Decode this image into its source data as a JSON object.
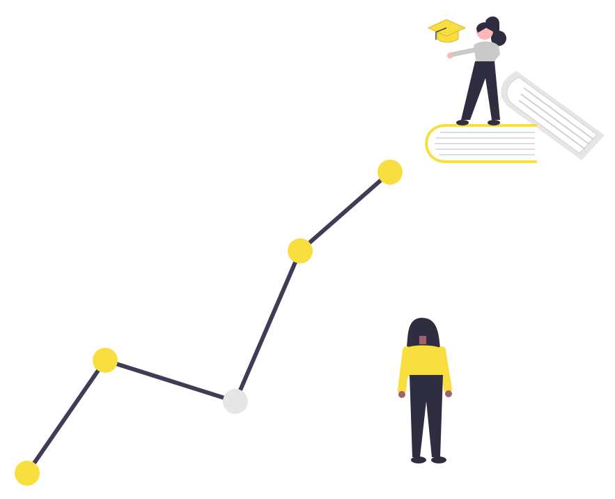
{
  "colors": {
    "accent": "#f9de3f",
    "line": "#3f3d56",
    "muted_point": "#e6e6e6",
    "dark": "#2f2e41",
    "skin": "#a0616a",
    "shirt_gray": "#cacaca",
    "book_gray": "#e6e6e6",
    "page_lines": "#d0d0d0"
  },
  "trend_points": [
    {
      "state": "accent"
    },
    {
      "state": "accent"
    },
    {
      "state": "muted"
    },
    {
      "state": "accent"
    },
    {
      "state": "accent"
    }
  ]
}
